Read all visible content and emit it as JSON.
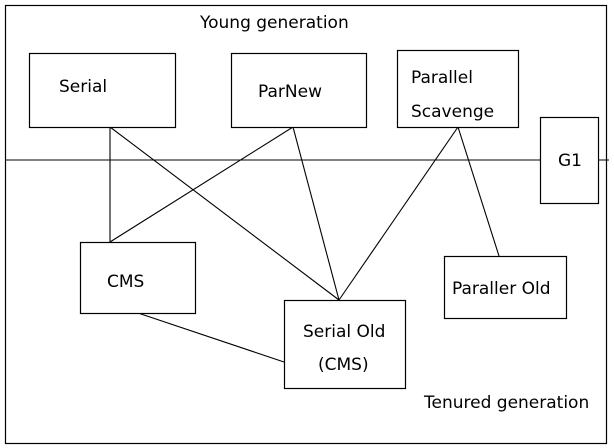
{
  "region_labels": {
    "young": "Young generation",
    "tenured": "Tenured generation"
  },
  "collectors": {
    "serial": "Serial",
    "parnew": "ParNew",
    "parallel_scavenge_line1": "Parallel",
    "parallel_scavenge_line2": "Scavenge",
    "g1": "G1",
    "cms": "CMS",
    "serial_old_line1": "Serial Old",
    "serial_old_line2": "(CMS)",
    "parallel_old": "Paraller Old"
  },
  "colors": {
    "stroke": "#000000",
    "background": "#ffffff"
  }
}
